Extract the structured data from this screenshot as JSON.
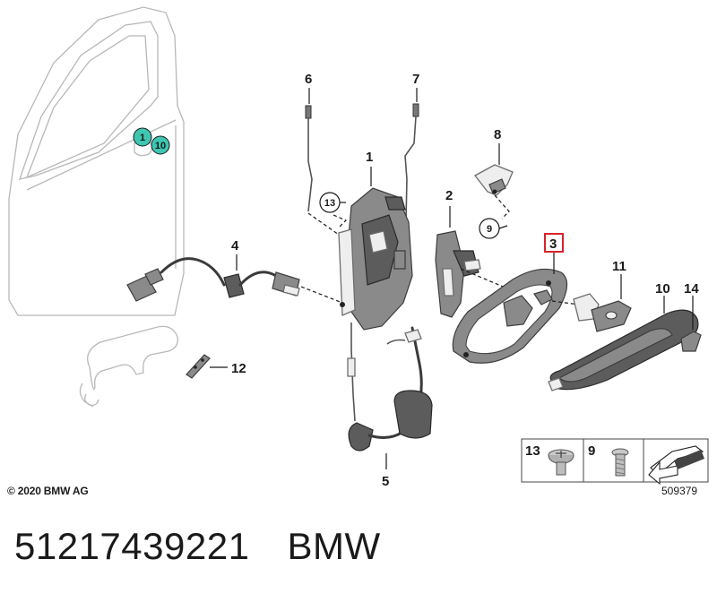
{
  "diagram": {
    "callouts": {
      "c1": "1",
      "c2": "2",
      "c3": "3",
      "c4": "4",
      "c5": "5",
      "c6": "6",
      "c7": "7",
      "c8": "8",
      "c9": "9",
      "c10": "10",
      "c11": "11",
      "c12": "12",
      "c13": "13",
      "c14": "14"
    },
    "door_markers": {
      "m1": "1",
      "m10": "10"
    },
    "circled": {
      "c9": "9",
      "c13": "13"
    },
    "highlight_color": "#d7232b",
    "marker_color": "#3ec6b2"
  },
  "legend_box": {
    "items": [
      {
        "label": "13",
        "icon": "torx-pan-screw-icon"
      },
      {
        "label": "9",
        "icon": "torx-bolt-icon"
      },
      {
        "label": "",
        "icon": "installation-arrow-icon"
      }
    ]
  },
  "footer": {
    "copyright": "© 2020 BMW AG",
    "reference": "509379",
    "part_number": "51217439221",
    "brand": "BMW"
  }
}
